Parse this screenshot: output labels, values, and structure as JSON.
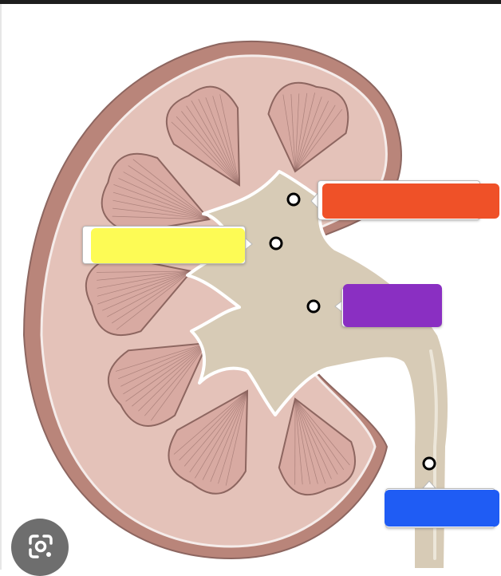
{
  "colors": {
    "capsule_outer": "#b9857a",
    "cortex": "#e4c2b9",
    "pyramid": "#d8aaa2",
    "pyramid_stroke": "#8d6660",
    "pelvis": "#d7cbb6",
    "scribble_red": "#ef5128",
    "scribble_yellow": "#fdfb55",
    "scribble_purple": "#8a2fc2",
    "scribble_blue": "#1f5cf4",
    "lens_button": "#6e6e6e"
  },
  "labels": [
    {
      "id": "label-red",
      "text": ""
    },
    {
      "id": "label-yellow",
      "text": ""
    },
    {
      "id": "label-purple",
      "text": ""
    },
    {
      "id": "label-blue",
      "text": ""
    }
  ],
  "icons": {
    "lens": "google-lens-icon"
  }
}
